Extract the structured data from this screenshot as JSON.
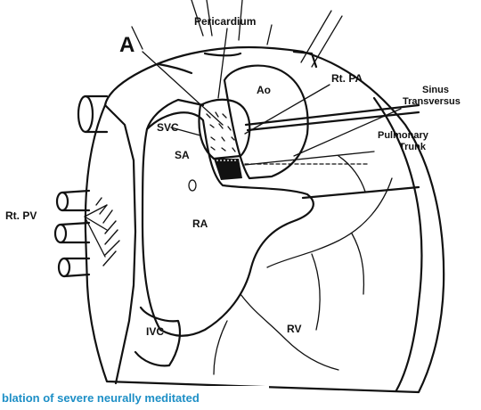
{
  "figure": {
    "panel_letter": "A",
    "labels": {
      "pericardium": "Pericardium",
      "ao": "Ao",
      "rt_pa": "Rt. PA",
      "sinus_transversus_line1": "Sinus",
      "sinus_transversus_line2": "Transversus",
      "pulmonary_trunk_line1": "Pulmonary",
      "pulmonary_trunk_line2": "Trunk",
      "svc": "SVC",
      "sa": "SA",
      "rt_pv": "Rt. PV",
      "ra": "RA",
      "ivc": "IVC",
      "rv": "RV"
    }
  },
  "caption": {
    "text": "blation of severe neurally meditated"
  },
  "colors": {
    "ink": "#111111",
    "caption": "#1d8fc6",
    "background": "#ffffff"
  }
}
